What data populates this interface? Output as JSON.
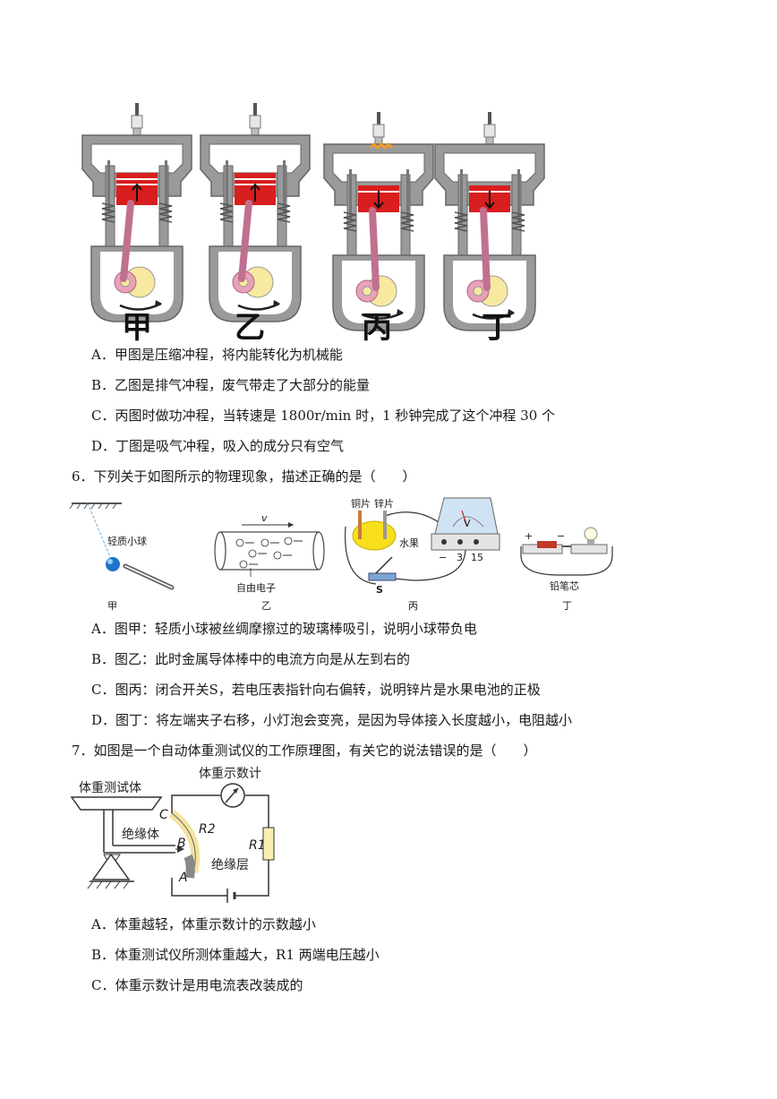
{
  "q5": {
    "engine_labels": [
      "甲",
      "乙",
      "丙",
      "丁"
    ],
    "options": [
      "A．甲图是压缩冲程，将内能转化为机械能",
      "B．乙图是排气冲程，废气带走了大部分的能量",
      "C．丙图时做功冲程，当转速是 1800r/min 时，1 秒钟完成了这个冲程 30 个",
      "D．丁图是吸气冲程，吸入的成分只有空气"
    ]
  },
  "q6": {
    "stem": "6．下列关于如图所示的物理现象，描述正确的是（　　）",
    "figure": {
      "jia_label": "轻质小球",
      "yi_v": "v",
      "yi_label": "自由电子",
      "bing_copper": "铜片",
      "bing_zinc": "锌片",
      "bing_fruit": "水果",
      "bing_switch": "S",
      "bing_meter_minus": "−",
      "bing_meter_3": "3",
      "bing_meter_15": "15",
      "bing_meter_v": "V",
      "ding_label": "铅笔芯",
      "ding_plus": "+",
      "ding_minus": "−",
      "captions": [
        "甲",
        "乙",
        "丙",
        "丁"
      ]
    },
    "options": [
      "A．图甲：轻质小球被丝绸摩擦过的玻璃棒吸引，说明小球带负电",
      "B．图乙：此时金属导体棒中的电流方向是从左到右的",
      "C．图丙：闭合开关S，若电压表指针向右偏转，说明锌片是水果电池的正极",
      "D．图丁：将左端夹子右移，小灯泡会变亮，是因为导体接入长度越小，电阻越小"
    ]
  },
  "q7": {
    "stem": "7．如图是一个自动体重测试仪的工作原理图，有关它的说法错误的是（　　）",
    "figure": {
      "platform": "体重测试体",
      "meter": "体重示数计",
      "insulator": "绝缘体",
      "layer": "绝缘层",
      "C": "C",
      "B": "B",
      "A": "A",
      "R2": "R2",
      "R1": "R1"
    },
    "options": [
      "A．体重越轻，体重示数计的示数越小",
      "B．体重测试仪所测体重越大，R1 两端电压越小",
      "C．体重示数计是用电流表改装成的"
    ]
  },
  "colors": {
    "engine_gray": "#9a9a9a",
    "engine_dark": "#6e6e6e",
    "piston_red": "#d81e1e",
    "crank_pink": "#e8a2b8",
    "crank_yellow": "#f7e9a0",
    "spark_orange": "#f29a2e",
    "lemon_yellow": "#f7df1e",
    "resistor_yellow": "#f8efb0",
    "meter_blue": "#cfe3f4"
  }
}
